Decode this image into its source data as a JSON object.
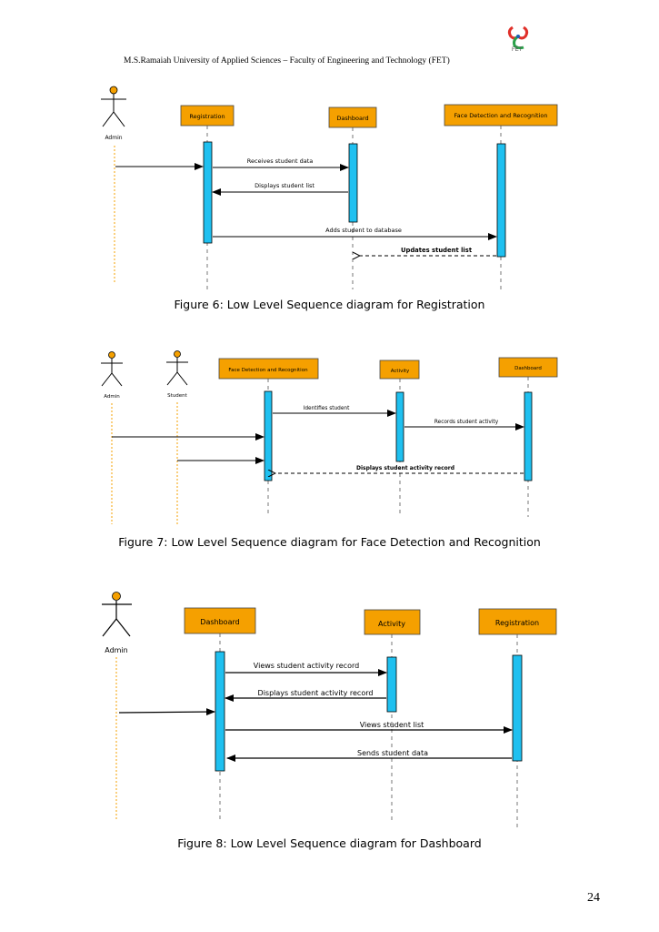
{
  "header": {
    "title": "M.S.Ramaiah University of Applied Sciences – Faculty of Engineering and Technology (FET)",
    "logo_text": "FET"
  },
  "figure6": {
    "caption": "Figure 6: Low Level Sequence diagram for Registration",
    "actors": [
      "Admin"
    ],
    "lifelines": [
      "Registration",
      "Dashboard",
      "Face Detection and Recognition"
    ],
    "messages": [
      "Receives student data",
      "Displays student list",
      "Adds student to database",
      "Updates student list"
    ]
  },
  "figure7": {
    "caption": "Figure 7: Low Level Sequence diagram for Face Detection and Recognition",
    "actors": [
      "Admin",
      "Student"
    ],
    "lifelines": [
      "Face Detection and Recognition",
      "Activity",
      "Dashboard"
    ],
    "messages": [
      "Identifies student",
      "Records student activity",
      "Displays student activity record"
    ]
  },
  "figure8": {
    "caption": "Figure 8: Low Level Sequence diagram for Dashboard",
    "actors": [
      "Admin"
    ],
    "lifelines": [
      "Dashboard",
      "Activity",
      "Registration"
    ],
    "messages": [
      "Views student activity record",
      "Displays student activity record",
      "Views student list",
      "Sends student data"
    ]
  },
  "page_number": "24",
  "colors": {
    "lifeline_box": "#f5a000",
    "activation": "#1fc0f0",
    "actor_head": "#f5a000",
    "actor_line": "#f5a000"
  }
}
